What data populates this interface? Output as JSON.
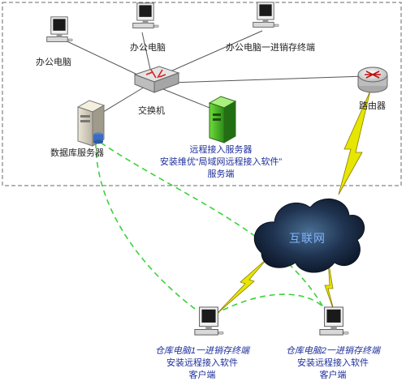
{
  "nodes": {
    "office_pc_left": "办公电脑",
    "office_pc_top": "办公电脑",
    "office_pc_terminal": "办公电脑一进销存终端",
    "switch": "交换机",
    "router": "路由器",
    "db_server": "数据库服务器",
    "internet": "互联网"
  },
  "remote_server": {
    "line1": "远程接入服务器",
    "line2": "安装维优“局域网远程接入软件”",
    "line3": "服务端"
  },
  "warehouse_pc1": {
    "line1": "仓库电脑1一进销存终端",
    "line2": "安装远程接入软件",
    "line3": "客户端"
  },
  "warehouse_pc2": {
    "line1": "仓库电脑2一进销存终端",
    "line2": "安装远程接入软件",
    "line3": "客户端"
  },
  "colors": {
    "lan_border": "#6a6a6a",
    "vpn_link": "#3ad23a",
    "lightning": "#e6e600",
    "cloud": "#1f3350",
    "label_blue": "#1e2f9a"
  },
  "icons": {
    "pc": "desktop-computer-icon",
    "switch": "network-switch-icon",
    "router": "router-icon",
    "server": "tower-server-icon",
    "cloud": "internet-cloud-icon"
  }
}
